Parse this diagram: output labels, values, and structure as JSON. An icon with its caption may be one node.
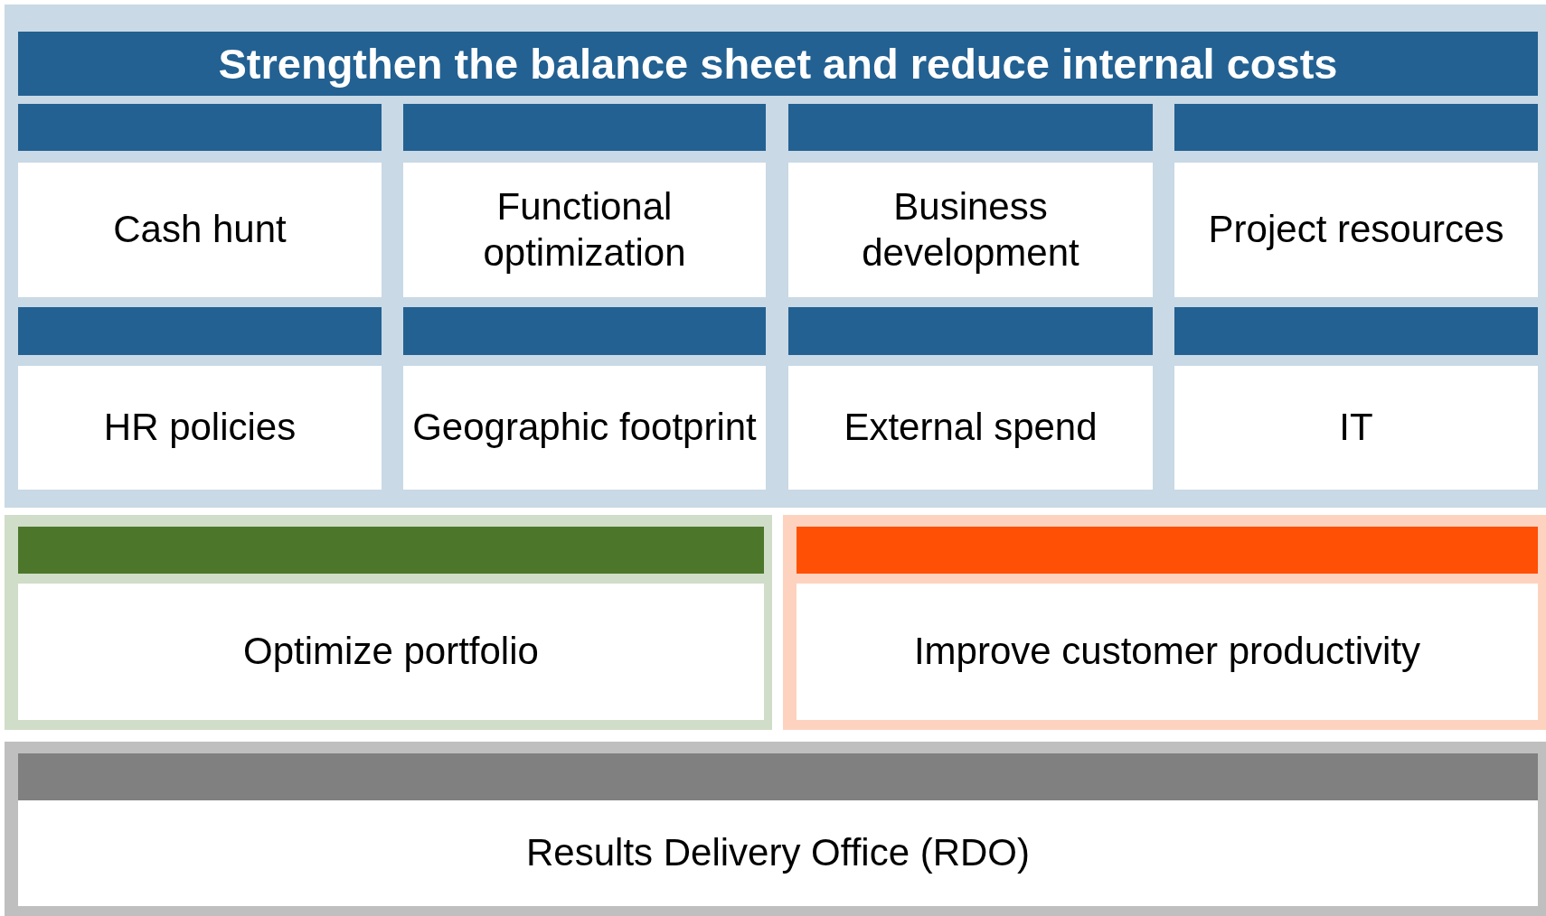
{
  "diagram": {
    "nodes": [
      {
        "text": [
          "Strengthen the balance sheet and reduce internal costs"
        ]
      },
      {
        "text": [
          "Cash hunt"
        ],
        "in": 0
      },
      {
        "text": [
          "Functional optimization"
        ],
        "in": 0
      },
      {
        "text": [
          "Business development"
        ],
        "in": 0
      },
      {
        "text": [
          "Project resources"
        ],
        "in": 0
      },
      {
        "text": [
          "HR policies"
        ],
        "in": 0
      },
      {
        "text": [
          "Geographic footprint"
        ],
        "in": 0
      },
      {
        "text": [
          "External spend"
        ],
        "in": 0
      },
      {
        "text": [
          "IT"
        ],
        "in": 0
      },
      {
        "text": [
          "Optimize portfolio"
        ]
      },
      {
        "text": [
          "Improve customer productivity"
        ]
      },
      {
        "text": [
          "Results Delivery Office (RDO)"
        ]
      }
    ]
  }
}
